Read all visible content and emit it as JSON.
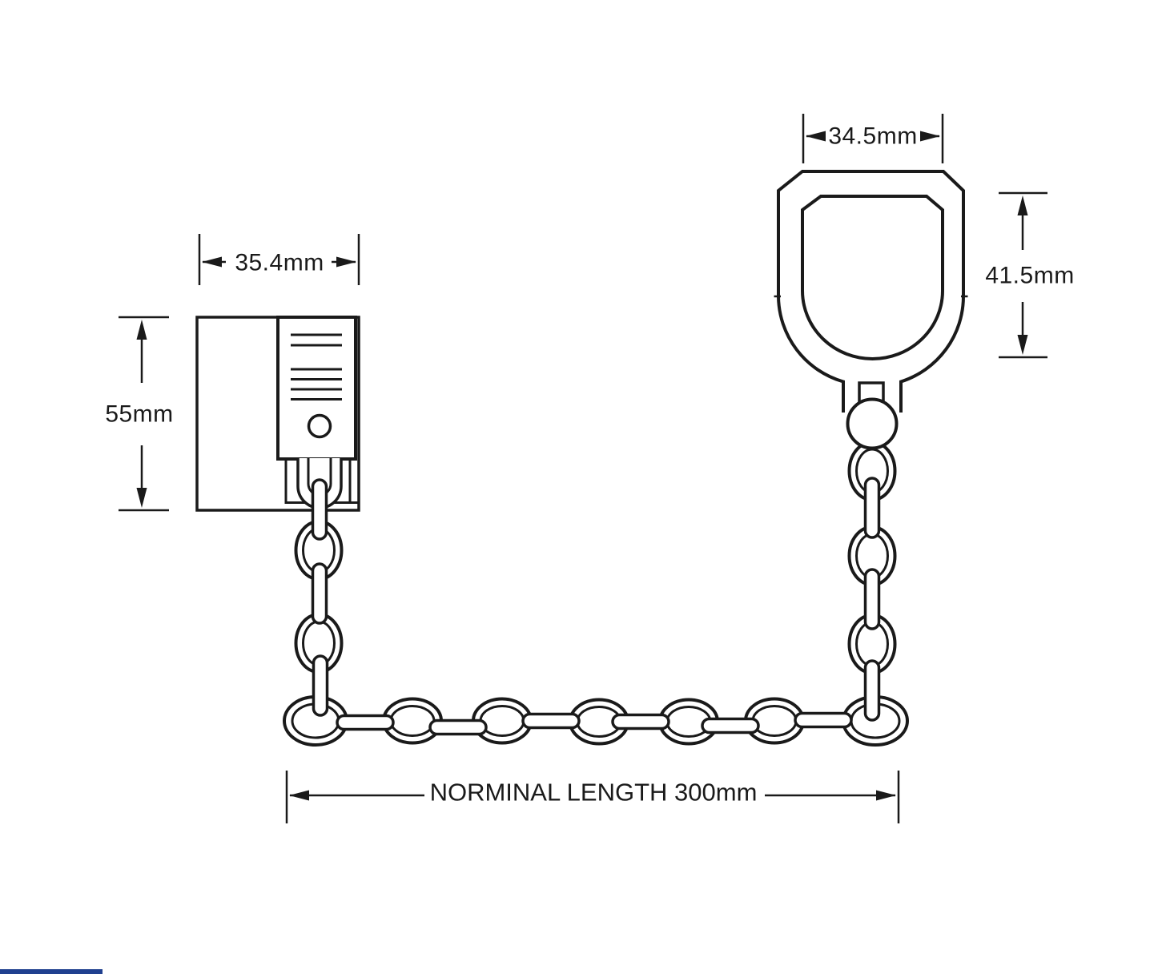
{
  "labels": {
    "lock_width": "35.4mm",
    "lock_height": "55mm",
    "ring_width": "34.5mm",
    "ring_height": "41.5mm",
    "chain_length": "NORMINAL LENGTH 300mm"
  },
  "colors": {
    "line": "#1a1a1a",
    "accent_bar": "#20408f",
    "background": "#ffffff"
  }
}
